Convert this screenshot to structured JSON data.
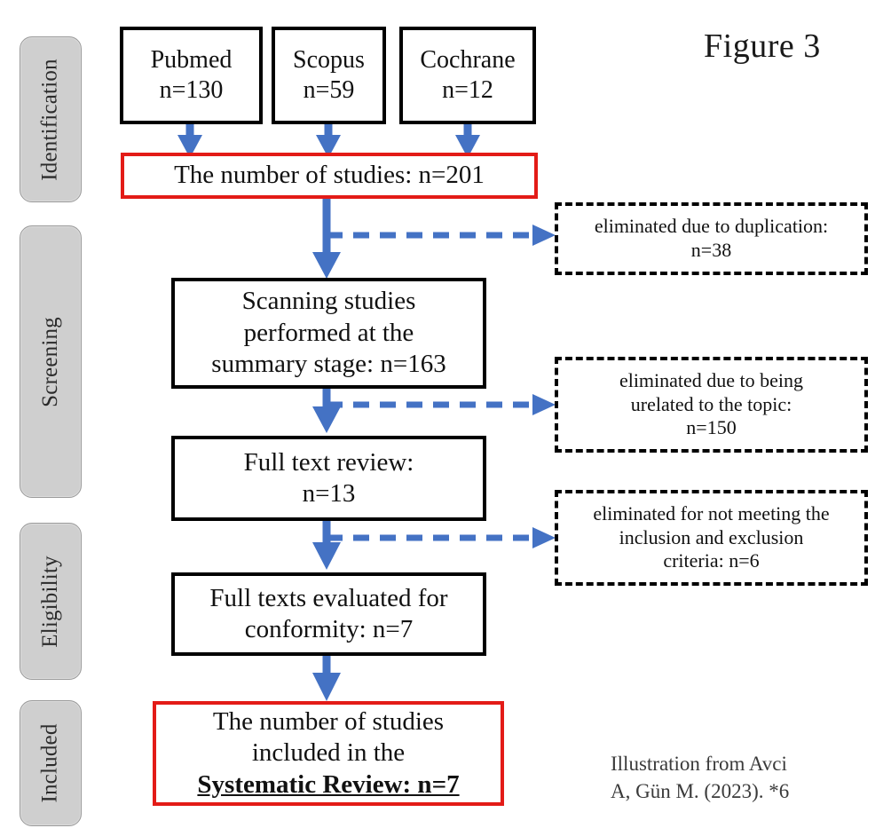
{
  "figure": {
    "title": "Figure 3",
    "credit_line_1": "Illustration from Avci",
    "credit_line_2": "A, Gün M. (2023). *6"
  },
  "colors": {
    "arrow_blue": "#4472C4",
    "highlight_red": "#E31B17",
    "box_black": "#000000",
    "pill_gray": "#CFCFCF"
  },
  "stages": [
    {
      "label": "Identification"
    },
    {
      "label": "Screening"
    },
    {
      "label": "Eligibility"
    },
    {
      "label": "Included"
    }
  ],
  "sources": [
    {
      "name": "Pubmed",
      "count": "n=130"
    },
    {
      "name": "Scopus",
      "count": "n=59"
    },
    {
      "name": "Cochrane",
      "count": "n=12"
    }
  ],
  "flow": {
    "total_records": {
      "line_1": "The number of studies: n=201"
    },
    "screening": {
      "line_1": "Scanning studies",
      "line_2": "performed at the",
      "line_3": "summary stage: n=163"
    },
    "full_text_review": {
      "line_1": "Full text review:",
      "line_2": "n=13"
    },
    "full_text_evaluated": {
      "line_1": "Full texts evaluated for",
      "line_2": "conformity: n=7"
    },
    "included": {
      "line_1": "The number of studies",
      "line_2": "included in the",
      "line_3": "Systematic Review: n=7"
    }
  },
  "exclusions": [
    {
      "line_1": "eliminated due to duplication:",
      "line_2": "n=38",
      "line_3": ""
    },
    {
      "line_1": "eliminated due to being",
      "line_2": "urelated to the topic:",
      "line_3": "n=150"
    },
    {
      "line_1": "eliminated for not meeting the",
      "line_2": "inclusion and exclusion",
      "line_3": "criteria: n=6"
    }
  ],
  "chart_data": {
    "type": "diagram",
    "title": "Figure 3",
    "diagram_kind": "PRISMA flow diagram",
    "nodes": [
      {
        "id": "pubmed",
        "stage": "Identification",
        "label": "Pubmed n=130",
        "value": 130
      },
      {
        "id": "scopus",
        "stage": "Identification",
        "label": "Scopus n=59",
        "value": 59
      },
      {
        "id": "cochrane",
        "stage": "Identification",
        "label": "Cochrane n=12",
        "value": 12
      },
      {
        "id": "total",
        "stage": "Identification",
        "label": "The number of studies: n=201",
        "value": 201
      },
      {
        "id": "dup_excl",
        "stage": "Identification",
        "label": "eliminated due to duplication: n=38",
        "value": 38
      },
      {
        "id": "screened",
        "stage": "Screening",
        "label": "Scanning studies performed at the summary stage: n=163",
        "value": 163
      },
      {
        "id": "topic_excl",
        "stage": "Screening",
        "label": "eliminated due to being urelated to the topic: n=150",
        "value": 150
      },
      {
        "id": "fulltext",
        "stage": "Screening",
        "label": "Full text review: n=13",
        "value": 13
      },
      {
        "id": "crit_excl",
        "stage": "Eligibility",
        "label": "eliminated for not meeting the inclusion and exclusion criteria: n=6",
        "value": 6
      },
      {
        "id": "evaluated",
        "stage": "Eligibility",
        "label": "Full texts evaluated for conformity: n=7",
        "value": 7
      },
      {
        "id": "included",
        "stage": "Included",
        "label": "The number of studies included in the Systematic Review: n=7",
        "value": 7
      }
    ],
    "edges": [
      {
        "from": "pubmed",
        "to": "total",
        "style": "solid"
      },
      {
        "from": "scopus",
        "to": "total",
        "style": "solid"
      },
      {
        "from": "cochrane",
        "to": "total",
        "style": "solid"
      },
      {
        "from": "total",
        "to": "dup_excl",
        "style": "dashed"
      },
      {
        "from": "total",
        "to": "screened",
        "style": "solid"
      },
      {
        "from": "screened",
        "to": "topic_excl",
        "style": "dashed"
      },
      {
        "from": "screened",
        "to": "fulltext",
        "style": "solid"
      },
      {
        "from": "fulltext",
        "to": "crit_excl",
        "style": "dashed"
      },
      {
        "from": "fulltext",
        "to": "evaluated",
        "style": "solid"
      },
      {
        "from": "evaluated",
        "to": "included",
        "style": "solid"
      }
    ]
  }
}
